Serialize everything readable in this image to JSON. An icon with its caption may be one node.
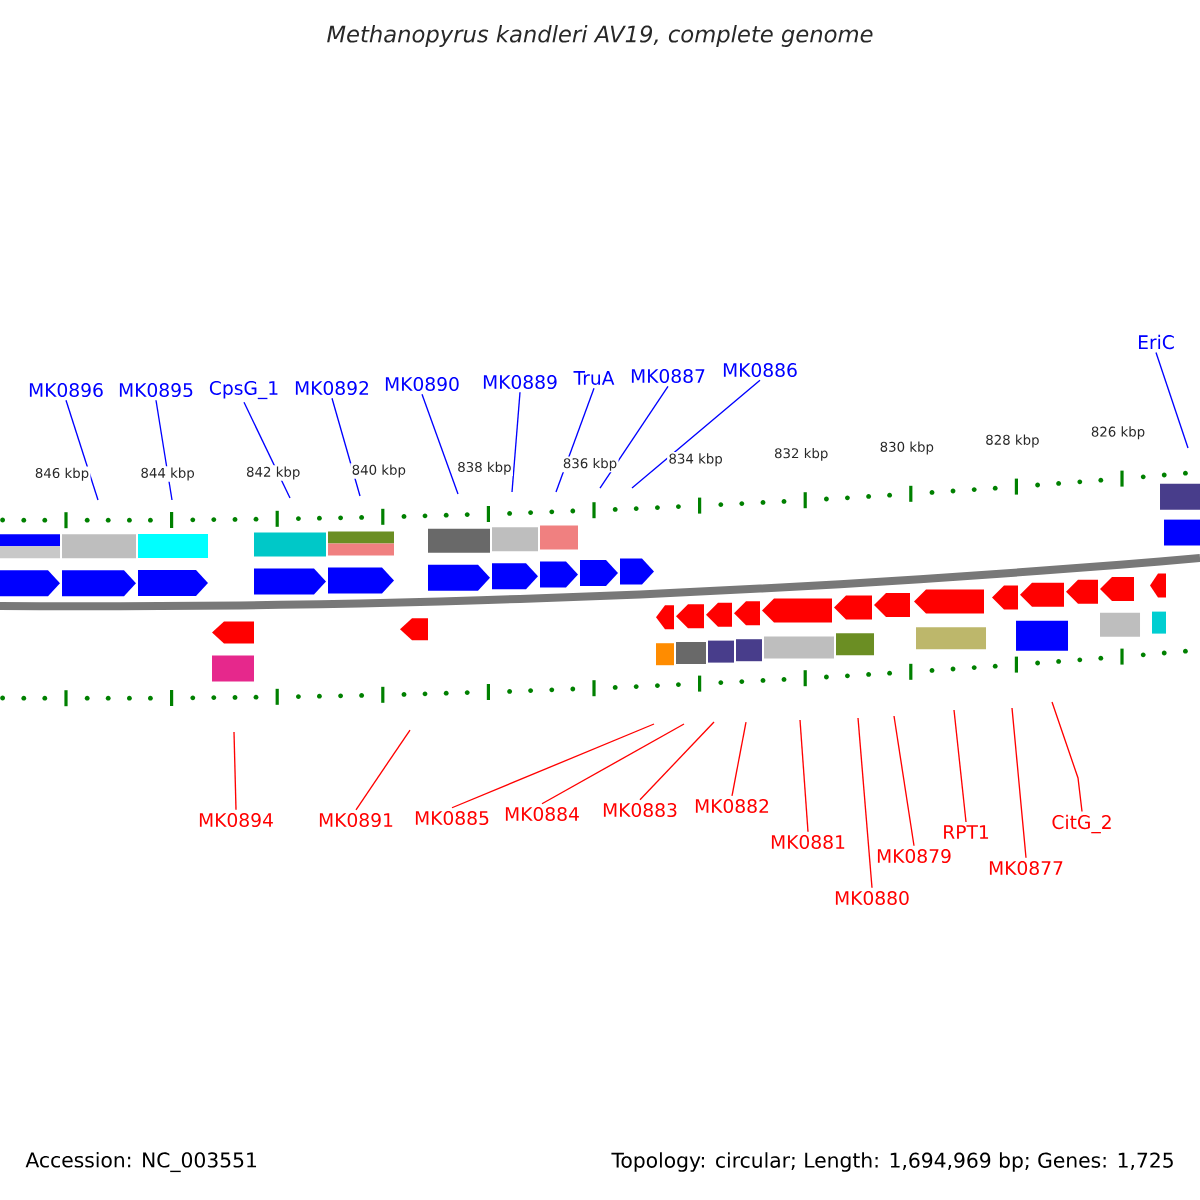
{
  "diagram": {
    "title": "Methanopyrus kandleri AV19, complete genome",
    "nodes": [
      {
        "text": [
          "MK0896"
        ]
      },
      {
        "text": [
          "MK0895"
        ]
      },
      {
        "text": [
          "CpsG_1"
        ]
      },
      {
        "text": [
          "MK0892"
        ]
      },
      {
        "text": [
          "MK0890"
        ]
      },
      {
        "text": [
          "MK0889"
        ]
      },
      {
        "text": [
          "TruA"
        ]
      },
      {
        "text": [
          "MK0887"
        ]
      },
      {
        "text": [
          "MK0886"
        ]
      },
      {
        "text": [
          "EriC"
        ]
      },
      {
        "text": [
          "MK0894"
        ]
      },
      {
        "text": [
          "MK0891"
        ]
      },
      {
        "text": [
          "MK0885"
        ]
      },
      {
        "text": [
          "MK0884"
        ]
      },
      {
        "text": [
          "MK0883"
        ]
      },
      {
        "text": [
          "MK0882"
        ]
      },
      {
        "text": [
          "MK0881"
        ]
      },
      {
        "text": [
          "MK0880"
        ]
      },
      {
        "text": [
          "MK0879"
        ]
      },
      {
        "text": [
          "RPT1"
        ]
      },
      {
        "text": [
          "MK0877"
        ]
      },
      {
        "text": [
          "CitG_2"
        ]
      }
    ],
    "edges": [
      {
        "from": 0,
        "to": null,
        "arrow": "none",
        "color": "#0000ff"
      },
      {
        "from": 1,
        "to": null,
        "arrow": "none",
        "color": "#0000ff"
      },
      {
        "from": 2,
        "to": null,
        "arrow": "none",
        "color": "#0000ff"
      },
      {
        "from": 3,
        "to": null,
        "arrow": "none",
        "color": "#0000ff"
      },
      {
        "from": 4,
        "to": null,
        "arrow": "none",
        "color": "#0000ff"
      },
      {
        "from": 5,
        "to": null,
        "arrow": "none",
        "color": "#0000ff"
      },
      {
        "from": 6,
        "to": null,
        "arrow": "none",
        "color": "#0000ff"
      },
      {
        "from": 7,
        "to": null,
        "arrow": "none",
        "color": "#0000ff"
      },
      {
        "from": 8,
        "to": null,
        "arrow": "none",
        "color": "#0000ff"
      },
      {
        "from": 9,
        "to": null,
        "arrow": "none",
        "color": "#0000ff"
      },
      {
        "from": 10,
        "to": null,
        "arrow": "none"
      },
      {
        "from": 11,
        "to": null,
        "arrow": "none"
      },
      {
        "from": 12,
        "to": null,
        "arrow": "none"
      },
      {
        "from": 13,
        "to": null,
        "arrow": "none"
      },
      {
        "from": 14,
        "to": null,
        "arrow": "none"
      },
      {
        "from": 15,
        "to": null,
        "arrow": "none"
      },
      {
        "from": 16,
        "to": null,
        "arrow": "none"
      },
      {
        "from": 17,
        "to": null,
        "arrow": "none"
      },
      {
        "from": 18,
        "to": null,
        "arrow": "none"
      },
      {
        "from": 19,
        "to": null,
        "arrow": "none"
      },
      {
        "from": 20,
        "to": null,
        "arrow": "none"
      },
      {
        "from": 21,
        "to": null,
        "arrow": "none"
      }
    ],
    "labels": [
      "846 kbp",
      "844 kbp",
      "842 kbp",
      "840 kbp",
      "838 kbp",
      "836 kbp",
      "834 kbp",
      "832 kbp",
      "830 kbp",
      "828 kbp",
      "826 kbp",
      "Accession: NC_003551",
      "Topology: circular; Length: 1,694,969 bp; Genes: 1,725"
    ]
  }
}
